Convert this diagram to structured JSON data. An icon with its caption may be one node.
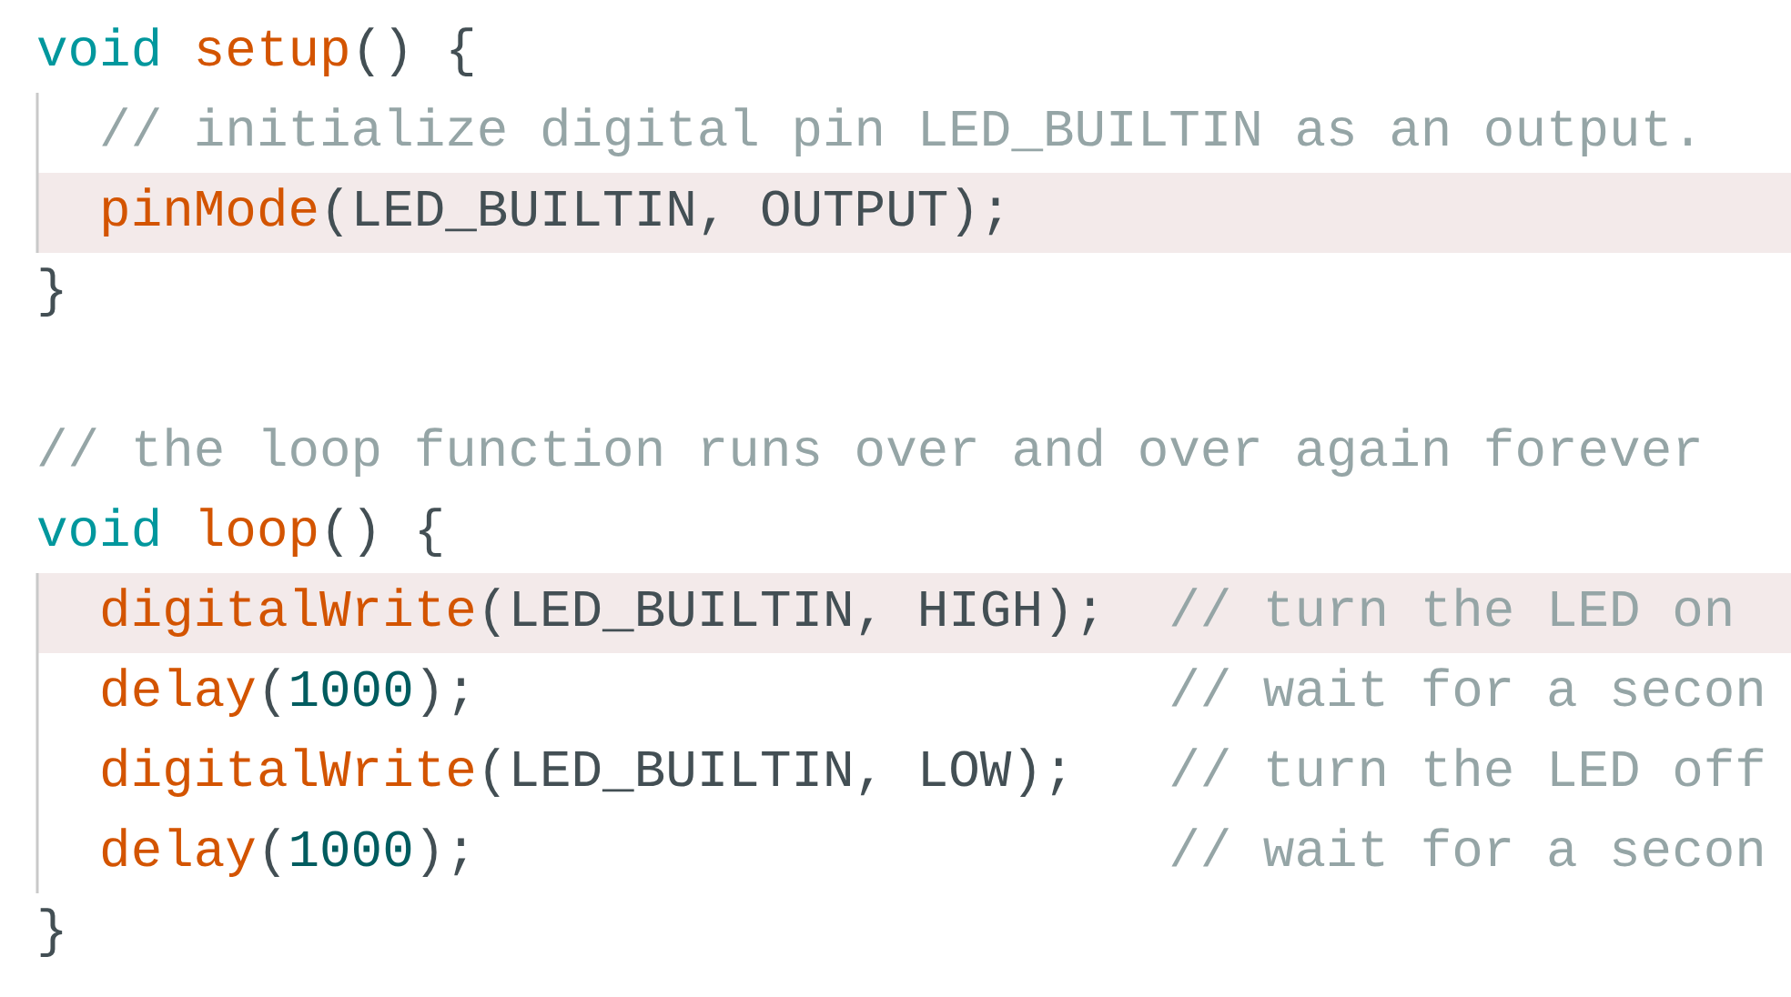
{
  "diagram": {
    "labels": [
      "void setup() {",
      "// initialize digital pin LED_BUILTIN as an output.",
      "pinMode(LED_BUILTIN, OUTPUT);",
      "}",
      "// the loop function runs over and over again forever",
      "void loop() {",
      "digitalWrite(LED_BUILTIN, HIGH);",
      "// turn the LED on",
      "delay(1000);",
      "// wait for a secon",
      "digitalWrite(LED_BUILTIN, LOW);",
      "// turn the LED off",
      "delay(1000);",
      "// wait for a secon",
      "}"
    ]
  }
}
